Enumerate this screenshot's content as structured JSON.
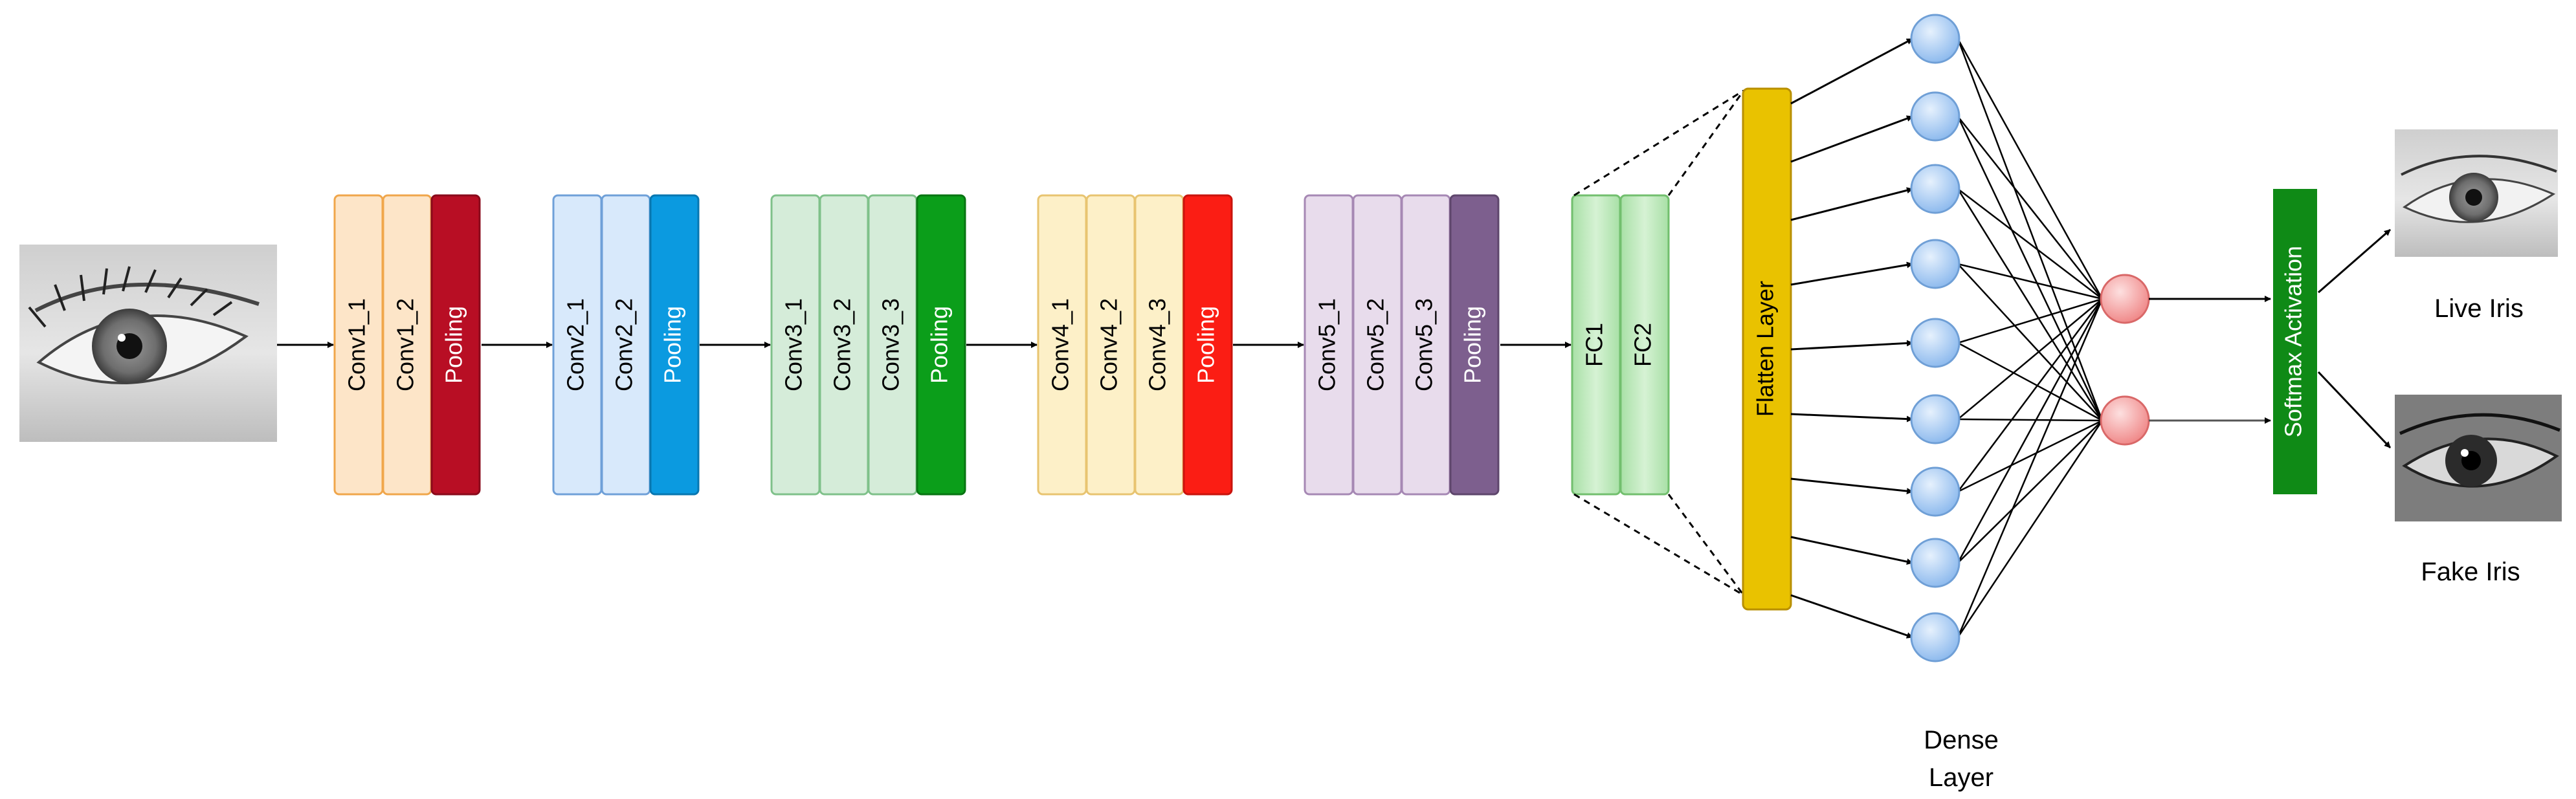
{
  "blocks": {
    "b1": {
      "layers": [
        "Conv1_1",
        "Conv1_2"
      ],
      "pool": "Pooling"
    },
    "b2": {
      "layers": [
        "Conv2_1",
        "Conv2_2"
      ],
      "pool": "Pooling"
    },
    "b3": {
      "layers": [
        "Conv3_1",
        "Conv3_2",
        "Conv3_3"
      ],
      "pool": "Pooling"
    },
    "b4": {
      "layers": [
        "Conv4_1",
        "Conv4_2",
        "Conv4_3"
      ],
      "pool": "Pooling"
    },
    "b5": {
      "layers": [
        "Conv5_1",
        "Conv5_2",
        "Conv5_3"
      ],
      "pool": "Pooling"
    }
  },
  "fc": [
    "FC1",
    "FC2"
  ],
  "flatten": "Flatten Layer",
  "softmax": "Softmax Activation",
  "dense": {
    "line1": "Dense",
    "line2": "Layer"
  },
  "outputs": {
    "live": "Live Iris",
    "fake": "Fake Iris"
  },
  "colors": {
    "b1_fill": "#fde5c8",
    "b1_stroke": "#f0a64b",
    "b1_pool": "#b80e24",
    "b2_fill": "#d8e9fb",
    "b2_stroke": "#6fa0d8",
    "b2_pool": "#0b9ae0",
    "b3_fill": "#d5ecd9",
    "b3_stroke": "#7fc18a",
    "b3_pool": "#0b9e1a",
    "b4_fill": "#fdf0c8",
    "b4_stroke": "#e8c470",
    "b4_pool": "#fb1d14",
    "b5_fill": "#e8dcec",
    "b5_stroke": "#a688b4",
    "b5_pool": "#7d5f8e",
    "fc_fill": "#b6e6b4",
    "fc_stroke": "#72bf6e",
    "flatten_fill": "#e9c200",
    "flatten_stroke": "#b88f00",
    "softmax_fill": "#0f8a16",
    "node_blue": "#9ec6f0",
    "node_blue_stroke": "#6f9fd6",
    "node_red": "#f59a9a",
    "node_red_stroke": "#d96868"
  },
  "icons": [
    "input-eye-image",
    "live-eye-image",
    "fake-eye-image"
  ]
}
